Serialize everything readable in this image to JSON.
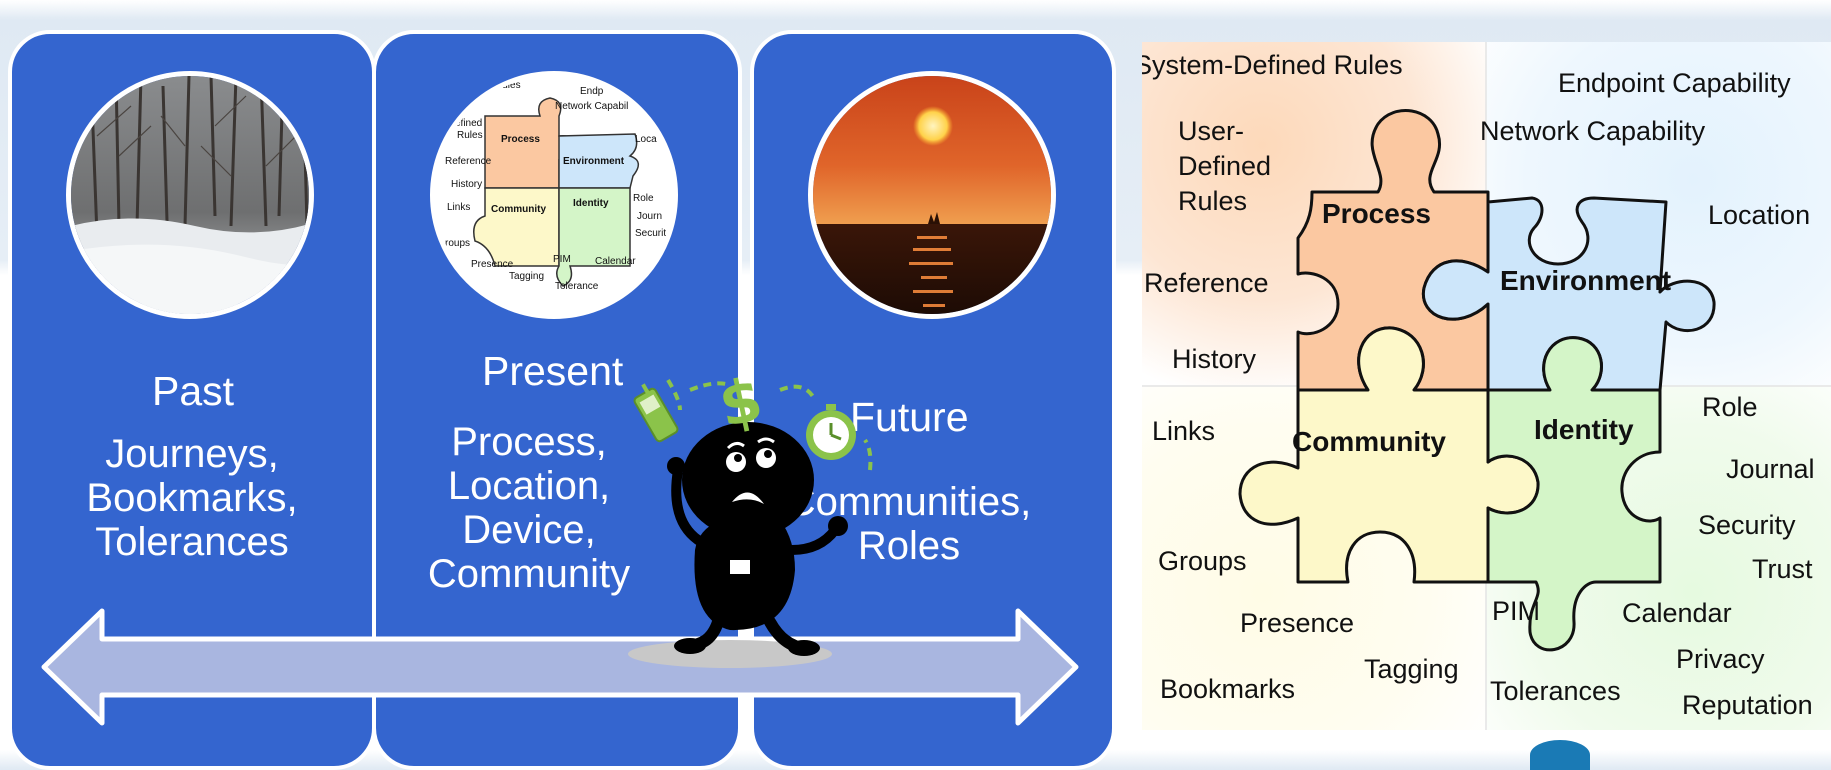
{
  "colors": {
    "panel_blue": "#3465cf",
    "arrow_fill": "#a9b6e0",
    "process": "#fbc8a1",
    "environment": "#cde6fa",
    "community": "#fdf8c9",
    "identity": "#d4f5c8",
    "juggle_green": "#8bc34a"
  },
  "panels": {
    "past": {
      "title": "Past",
      "lines": [
        "Journeys,",
        "Bookmarks,",
        "Tolerances"
      ]
    },
    "present": {
      "title": "Present",
      "lines": [
        "Process,",
        "Location,",
        "Device,",
        "Community"
      ]
    },
    "future": {
      "title": "Future",
      "lines": [
        "Communities,",
        "Roles"
      ]
    }
  },
  "juggler": {
    "icons": [
      "phone-icon",
      "dollar-icon",
      "clock-icon"
    ],
    "dollar_glyph": "$"
  },
  "puzzle": {
    "pieces": {
      "process": "Process",
      "environment": "Environment",
      "community": "Community",
      "identity": "Identity"
    },
    "labels": {
      "system_defined_rules": "System-Defined Rules",
      "endpoint_capability": "Endpoint Capability",
      "user_defined_rules": [
        "User-",
        "Defined",
        "Rules"
      ],
      "network_capability": "Network Capability",
      "location": "Location",
      "reference": "Reference",
      "history": "History",
      "links": "Links",
      "role": "Role",
      "journal": "Journal",
      "security": "Security",
      "trust": "Trust",
      "groups": "Groups",
      "presence": "Presence",
      "pim": "PIM",
      "calendar": "Calendar",
      "tagging": "Tagging",
      "privacy": "Privacy",
      "bookmarks": "Bookmarks",
      "tolerances": "Tolerances",
      "reputation": "Reputation"
    }
  },
  "mini_puzzle": {
    "labels": [
      "Rules",
      "Endp",
      "Network Capabil",
      "efined",
      "Rules",
      "Loca",
      "Reference",
      "History",
      "Links",
      "Role",
      "Journ",
      "Securit",
      "roups",
      "Presence",
      "Tagging",
      "PIM",
      "Calendar",
      "Tolerance"
    ]
  }
}
